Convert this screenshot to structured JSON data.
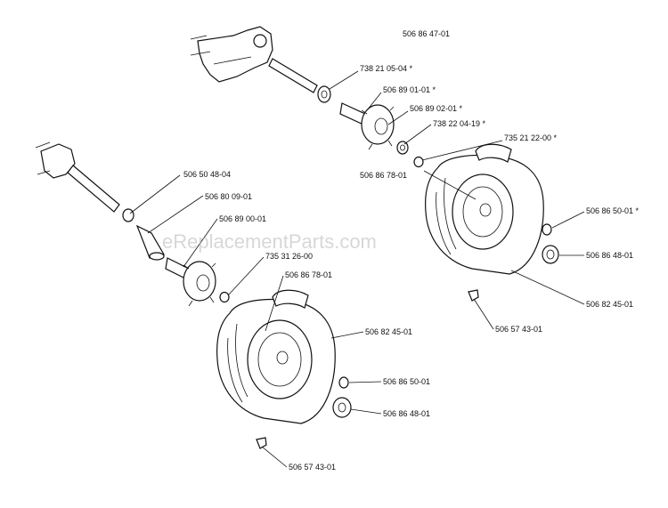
{
  "diagram": {
    "assembly_number": "506 86 47-01",
    "watermark": "eReplacementParts.com",
    "callouts": [
      {
        "id": "c1",
        "label": "738 21 05-04  *"
      },
      {
        "id": "c2",
        "label": "506 89 01-01  *"
      },
      {
        "id": "c3",
        "label": "506 89 02-01  *"
      },
      {
        "id": "c4",
        "label": "738 22 04-19  *"
      },
      {
        "id": "c5",
        "label": "735 21 22-00  *"
      },
      {
        "id": "c6",
        "label": "506 86 78-01"
      },
      {
        "id": "c7",
        "label": "506 86 50-01  *"
      },
      {
        "id": "c8",
        "label": "506 86 48-01"
      },
      {
        "id": "c9",
        "label": "506 82 45-01"
      },
      {
        "id": "c10",
        "label": "506 57 43-01"
      },
      {
        "id": "c11",
        "label": "506 50 48-04"
      },
      {
        "id": "c12",
        "label": "506 80 09-01"
      },
      {
        "id": "c13",
        "label": "506 89 00-01"
      },
      {
        "id": "c14",
        "label": "735 31 26-00"
      },
      {
        "id": "c15",
        "label": "506 86 78-01"
      },
      {
        "id": "c16",
        "label": "506 82 45-01"
      },
      {
        "id": "c17",
        "label": "506 86 50-01"
      },
      {
        "id": "c18",
        "label": "506 86 48-01"
      },
      {
        "id": "c19",
        "label": "506 57 43-01"
      }
    ]
  }
}
